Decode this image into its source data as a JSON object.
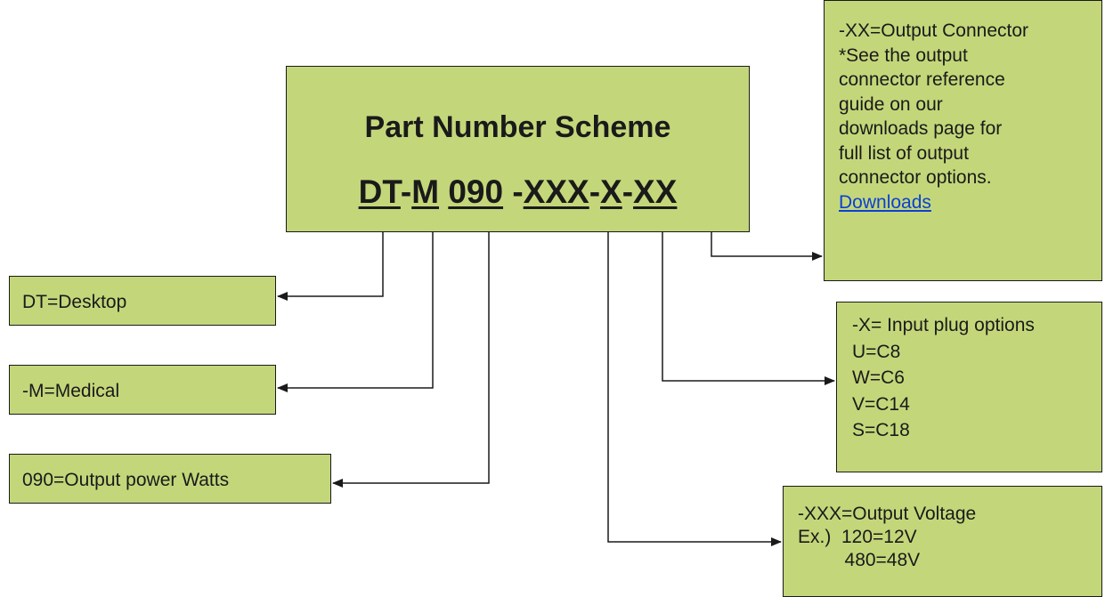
{
  "main": {
    "title": "Part Number Scheme",
    "code_parts": [
      "DT",
      "-",
      "M",
      " ",
      "090",
      " -",
      "XXX",
      "-",
      "X",
      "-",
      "XX"
    ],
    "code_underline": [
      true,
      false,
      true,
      false,
      true,
      false,
      true,
      false,
      true,
      false,
      true
    ]
  },
  "desktop": {
    "text": "DT=Desktop"
  },
  "medical": {
    "text": "-M=Medical"
  },
  "power": {
    "text": "090=Output power Watts"
  },
  "connector": {
    "lines": [
      "-XX=Output Connector",
      "*See the output",
      "connector reference",
      "guide on our",
      "downloads page for",
      "full list of output",
      "connector options."
    ],
    "link_label": "Downloads",
    "link_color": "#0b3fd6"
  },
  "input": {
    "lines": [
      "-X= Input plug options",
      "U=C8",
      "W=C6",
      "V=C14",
      "S=C18"
    ]
  },
  "voltage": {
    "lines": [
      "-XXX=Output Voltage",
      "Ex.)  120=12V",
      "         480=48V"
    ]
  },
  "colors": {
    "box_fill": "#c3d77a",
    "line": "#1a1a1a"
  }
}
